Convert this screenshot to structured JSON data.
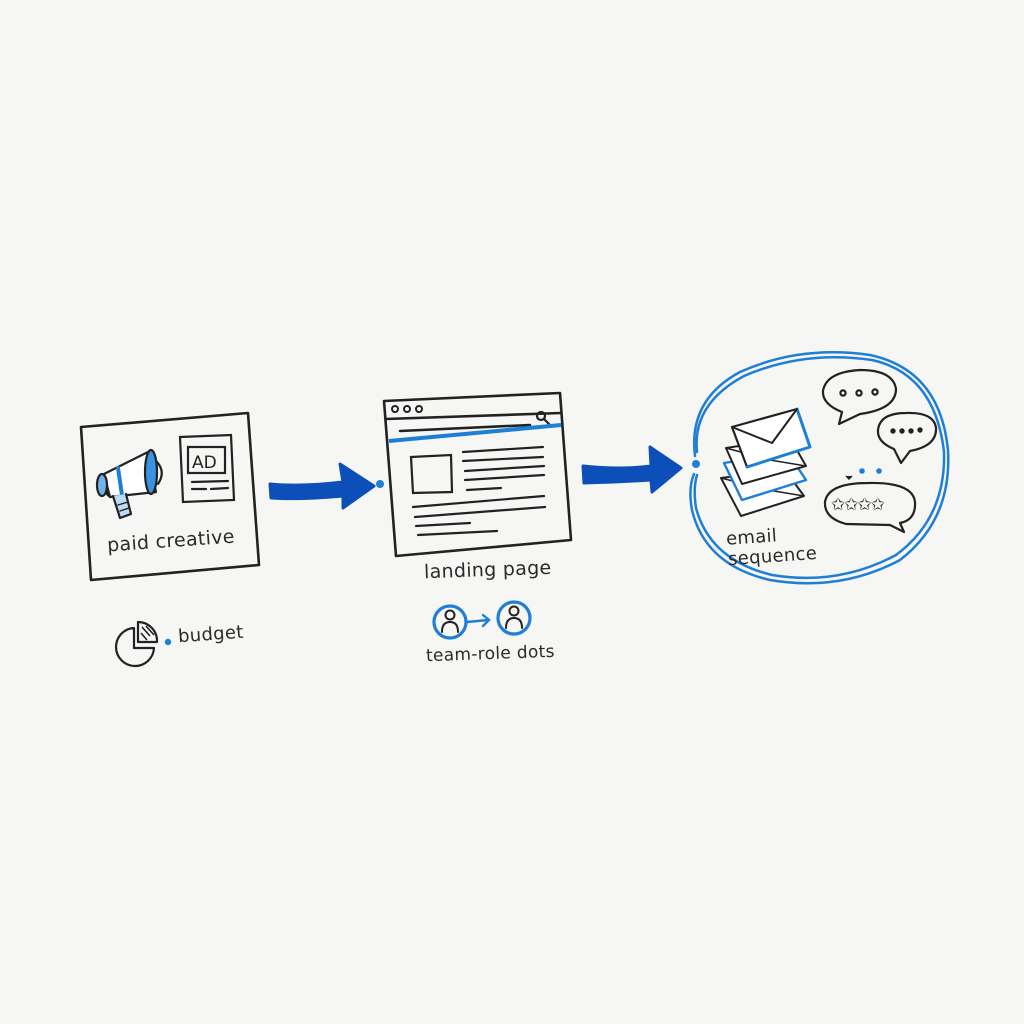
{
  "diagram": {
    "type": "flow",
    "colors": {
      "ink": "#222222",
      "accent": "#1f7fd6",
      "arrow": "#0d4fb8",
      "background": "#f6f6f4"
    },
    "nodes": [
      {
        "id": "paid-creative",
        "label": "paid creative",
        "icons": [
          "megaphone-icon",
          "ad-card-icon"
        ],
        "ad_text": "AD",
        "annotation": {
          "icon": "pie-chart-icon",
          "label": "budget"
        }
      },
      {
        "id": "landing-page",
        "label": "landing page",
        "icons": [
          "browser-window-icon",
          "search-icon"
        ],
        "annotation": {
          "icon": "user-to-user-icon",
          "label": "team-role dots"
        }
      },
      {
        "id": "email-sequence",
        "label_line1": "email",
        "label_line2": "sequence",
        "icons": [
          "envelope-stack-icon",
          "speech-bubble-icon",
          "speech-bubble-icon",
          "rating-bubble-icon"
        ],
        "rating_stars": "✩✩✩✩"
      }
    ],
    "edges": [
      {
        "from": "paid-creative",
        "to": "landing-page"
      },
      {
        "from": "landing-page",
        "to": "email-sequence"
      }
    ]
  }
}
